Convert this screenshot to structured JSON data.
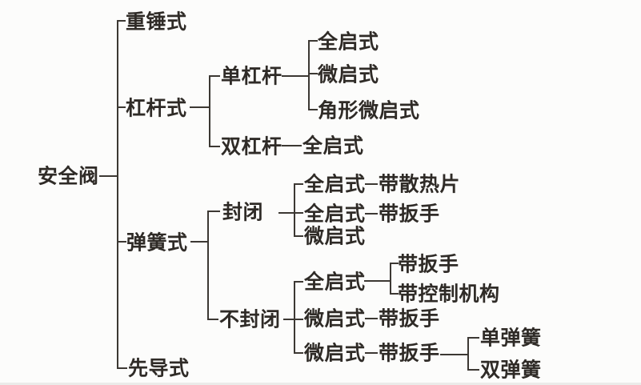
{
  "colors": {
    "background": "#fcfcfb",
    "line": "#3c3833",
    "text": "#2f2b27"
  },
  "tree": {
    "label": "安全阀",
    "children": [
      {
        "label": "重锤式"
      },
      {
        "label": "杠杆式",
        "children": [
          {
            "label": "单杠杆",
            "children": [
              {
                "label": "全启式"
              },
              {
                "label": "微启式"
              },
              {
                "label": "角形微启式"
              }
            ]
          },
          {
            "label": "双杠杆",
            "children": [
              {
                "label": "全启式"
              }
            ]
          }
        ]
      },
      {
        "label": "弹簧式",
        "children": [
          {
            "label": "封闭",
            "children": [
              {
                "label": "全启式",
                "suffix": "带散热片"
              },
              {
                "label": "全启式",
                "suffix": "带扳手"
              },
              {
                "label": "微启式"
              }
            ]
          },
          {
            "label": "不封闭",
            "children": [
              {
                "label": "全启式",
                "children": [
                  {
                    "label": "带扳手"
                  },
                  {
                    "label": "带控制机构"
                  }
                ]
              },
              {
                "label": "微启式",
                "suffix": "带扳手"
              },
              {
                "label": "微启式",
                "suffix": "带扳手",
                "children": [
                  {
                    "label": "单弹簧"
                  },
                  {
                    "label": "双弹簧"
                  }
                ]
              }
            ]
          }
        ]
      },
      {
        "label": "先导式"
      }
    ]
  }
}
